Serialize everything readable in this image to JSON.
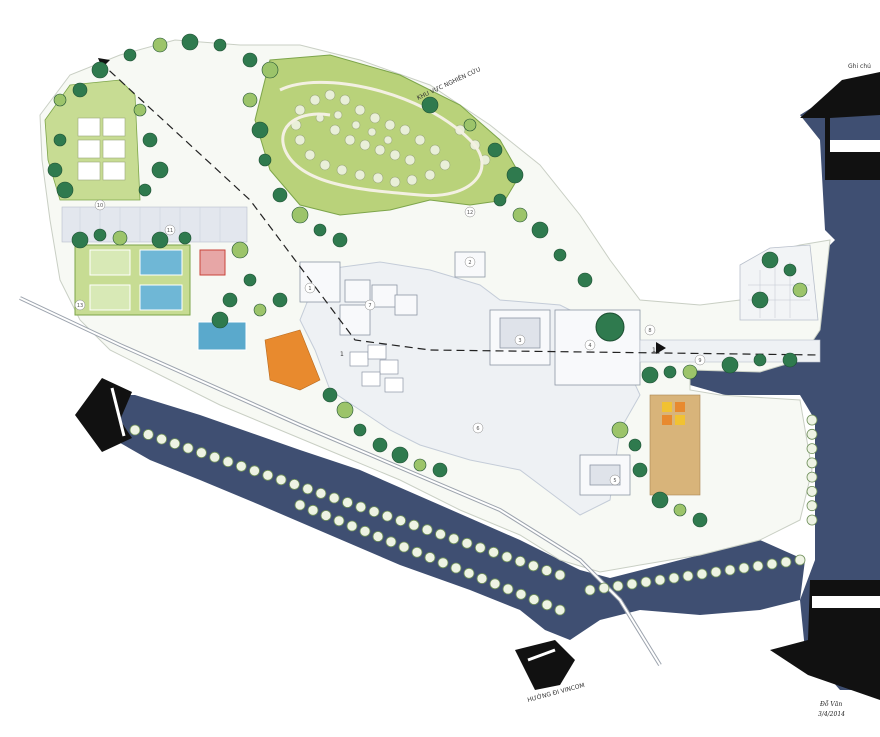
{
  "plan": {
    "labels": {
      "top_right_note": "KHU VỰC NGHIÊN CỨU",
      "top_far_right_note": "Ghi chú",
      "bottom_road_label": "HƯỚNG ĐI VINCOM",
      "signature_line1": "Đỗ Văn",
      "signature_line2": "3/4/2014"
    },
    "section_marks": [
      "1",
      "1"
    ],
    "zone_numbers": [
      "1",
      "2",
      "3",
      "4",
      "5",
      "6",
      "7",
      "8",
      "9",
      "10",
      "11",
      "12",
      "13"
    ],
    "colors": {
      "water": "#3f4f72",
      "water_edge": "#2b3550",
      "lawn": "#b9d27a",
      "lawn_dark": "#7da54a",
      "tree": "#2f7a4e",
      "tree_light": "#9cc46a",
      "paving": "#eef1f4",
      "road_arrow": "#111111",
      "court": "#6fb7d6",
      "accent_orange": "#e88a2e",
      "accent_red": "#c9443a",
      "accent_yellow": "#f1c232"
    }
  }
}
